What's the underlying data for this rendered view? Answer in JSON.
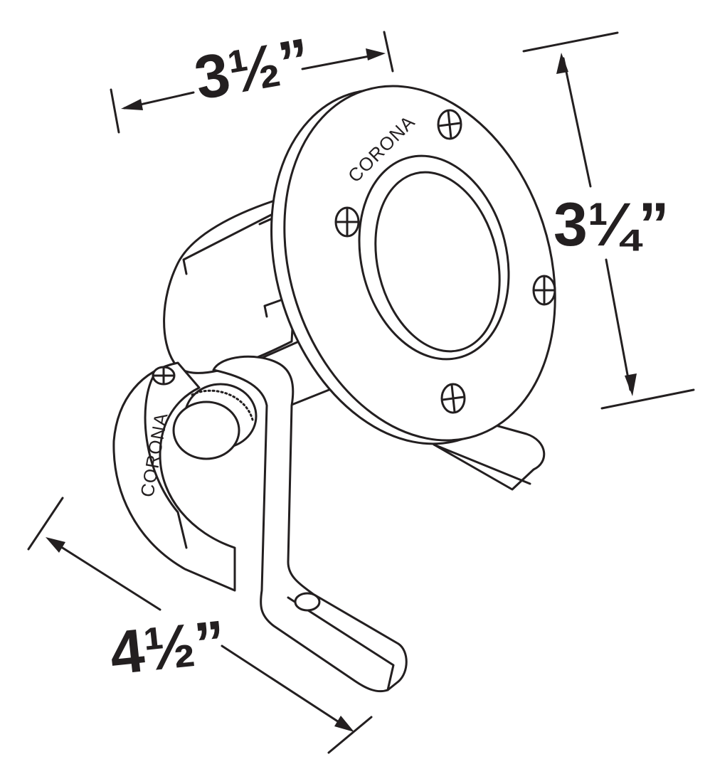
{
  "dimensions": {
    "width_label": "3½”",
    "height_label": "3¼”",
    "depth_label": "4½”"
  },
  "branding": {
    "front_ring_text": "CORONA",
    "bracket_text": "CORONA"
  },
  "colors": {
    "line": "#231f20",
    "background": "#ffffff"
  }
}
